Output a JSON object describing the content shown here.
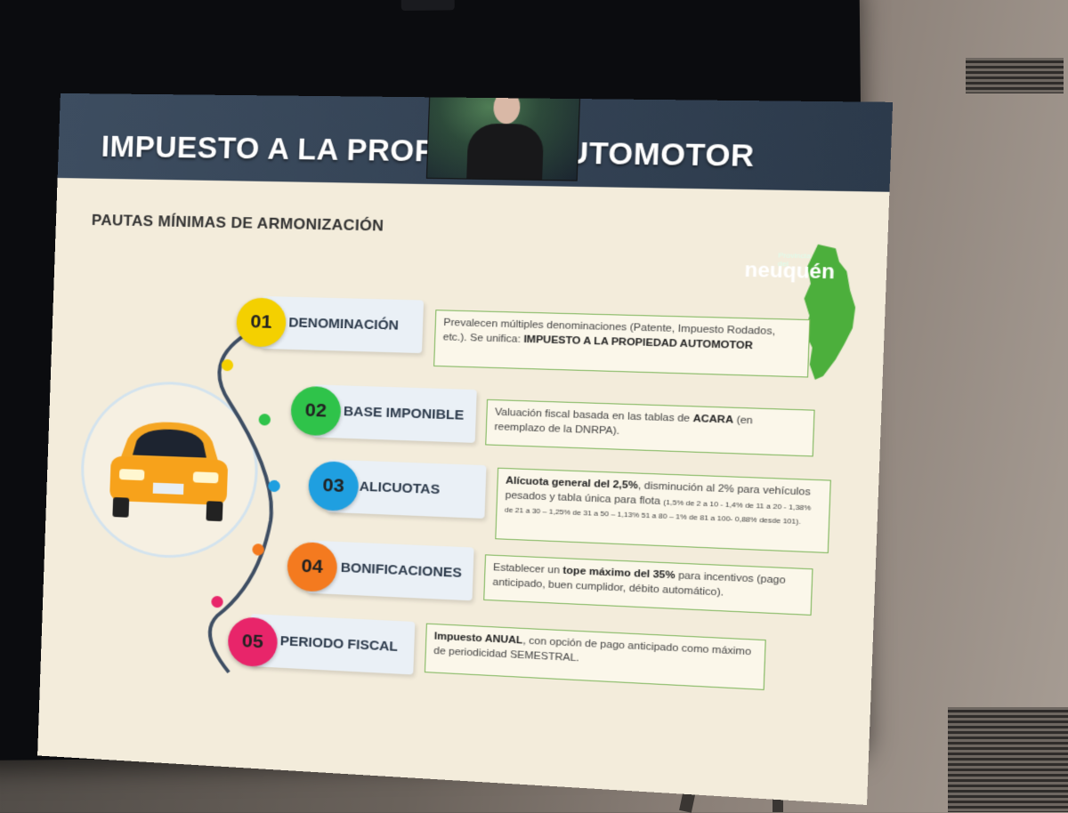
{
  "slide": {
    "title": "IMPUESTO A LA PROPIEDAD AUTOMOTOR",
    "subtitle": "PAUTAS MÍNIMAS DE ARMONIZACIÓN",
    "logo": {
      "pre": "Provincia del",
      "name": "neuquén"
    }
  },
  "steps": [
    {
      "number": "01",
      "label": "DENOMINACIÓN",
      "color": "#f4d000",
      "desc_normal": "Prevalecen múltiples denominaciones (Patente, Impuesto Rodados, etc.). Se unifica: ",
      "desc_bold": "IMPUESTO A LA PROPIEDAD AUTOMOTOR"
    },
    {
      "number": "02",
      "label": "BASE IMPONIBLE",
      "color": "#2fc34a",
      "desc_a": "Valuación fiscal basada en las tablas de ",
      "desc_bold": "ACARA",
      "desc_b": " (en reemplazo de la DNRPA)."
    },
    {
      "number": "03",
      "label": "ALICUOTAS",
      "color": "#1f9fe0",
      "desc_bold": "Alícuota general del 2,5%",
      "desc_a": ", disminución al 2% para vehículos pesados y tabla única para flota ",
      "desc_small": "(1,5% de 2 a 10 - 1,4% de 11 a 20 - 1,38% de 21 a 30 – 1,25% de 31 a 50 – 1,13% 51 a 80 – 1% de 81 a 100- 0,88% desde 101)."
    },
    {
      "number": "04",
      "label": "BONIFICACIONES",
      "color": "#f47a1f",
      "desc_a": "Establecer un ",
      "desc_bold": "tope máximo del 35%",
      "desc_b": " para incentivos (pago anticipado, buen cumplidor, débito automático)."
    },
    {
      "number": "05",
      "label": "PERIODO FISCAL",
      "color": "#e8256a",
      "desc_bold": "Impuesto ANUAL",
      "desc_a": ", con opción de pago anticipado como máximo de periodicidad SEMESTRAL."
    }
  ]
}
